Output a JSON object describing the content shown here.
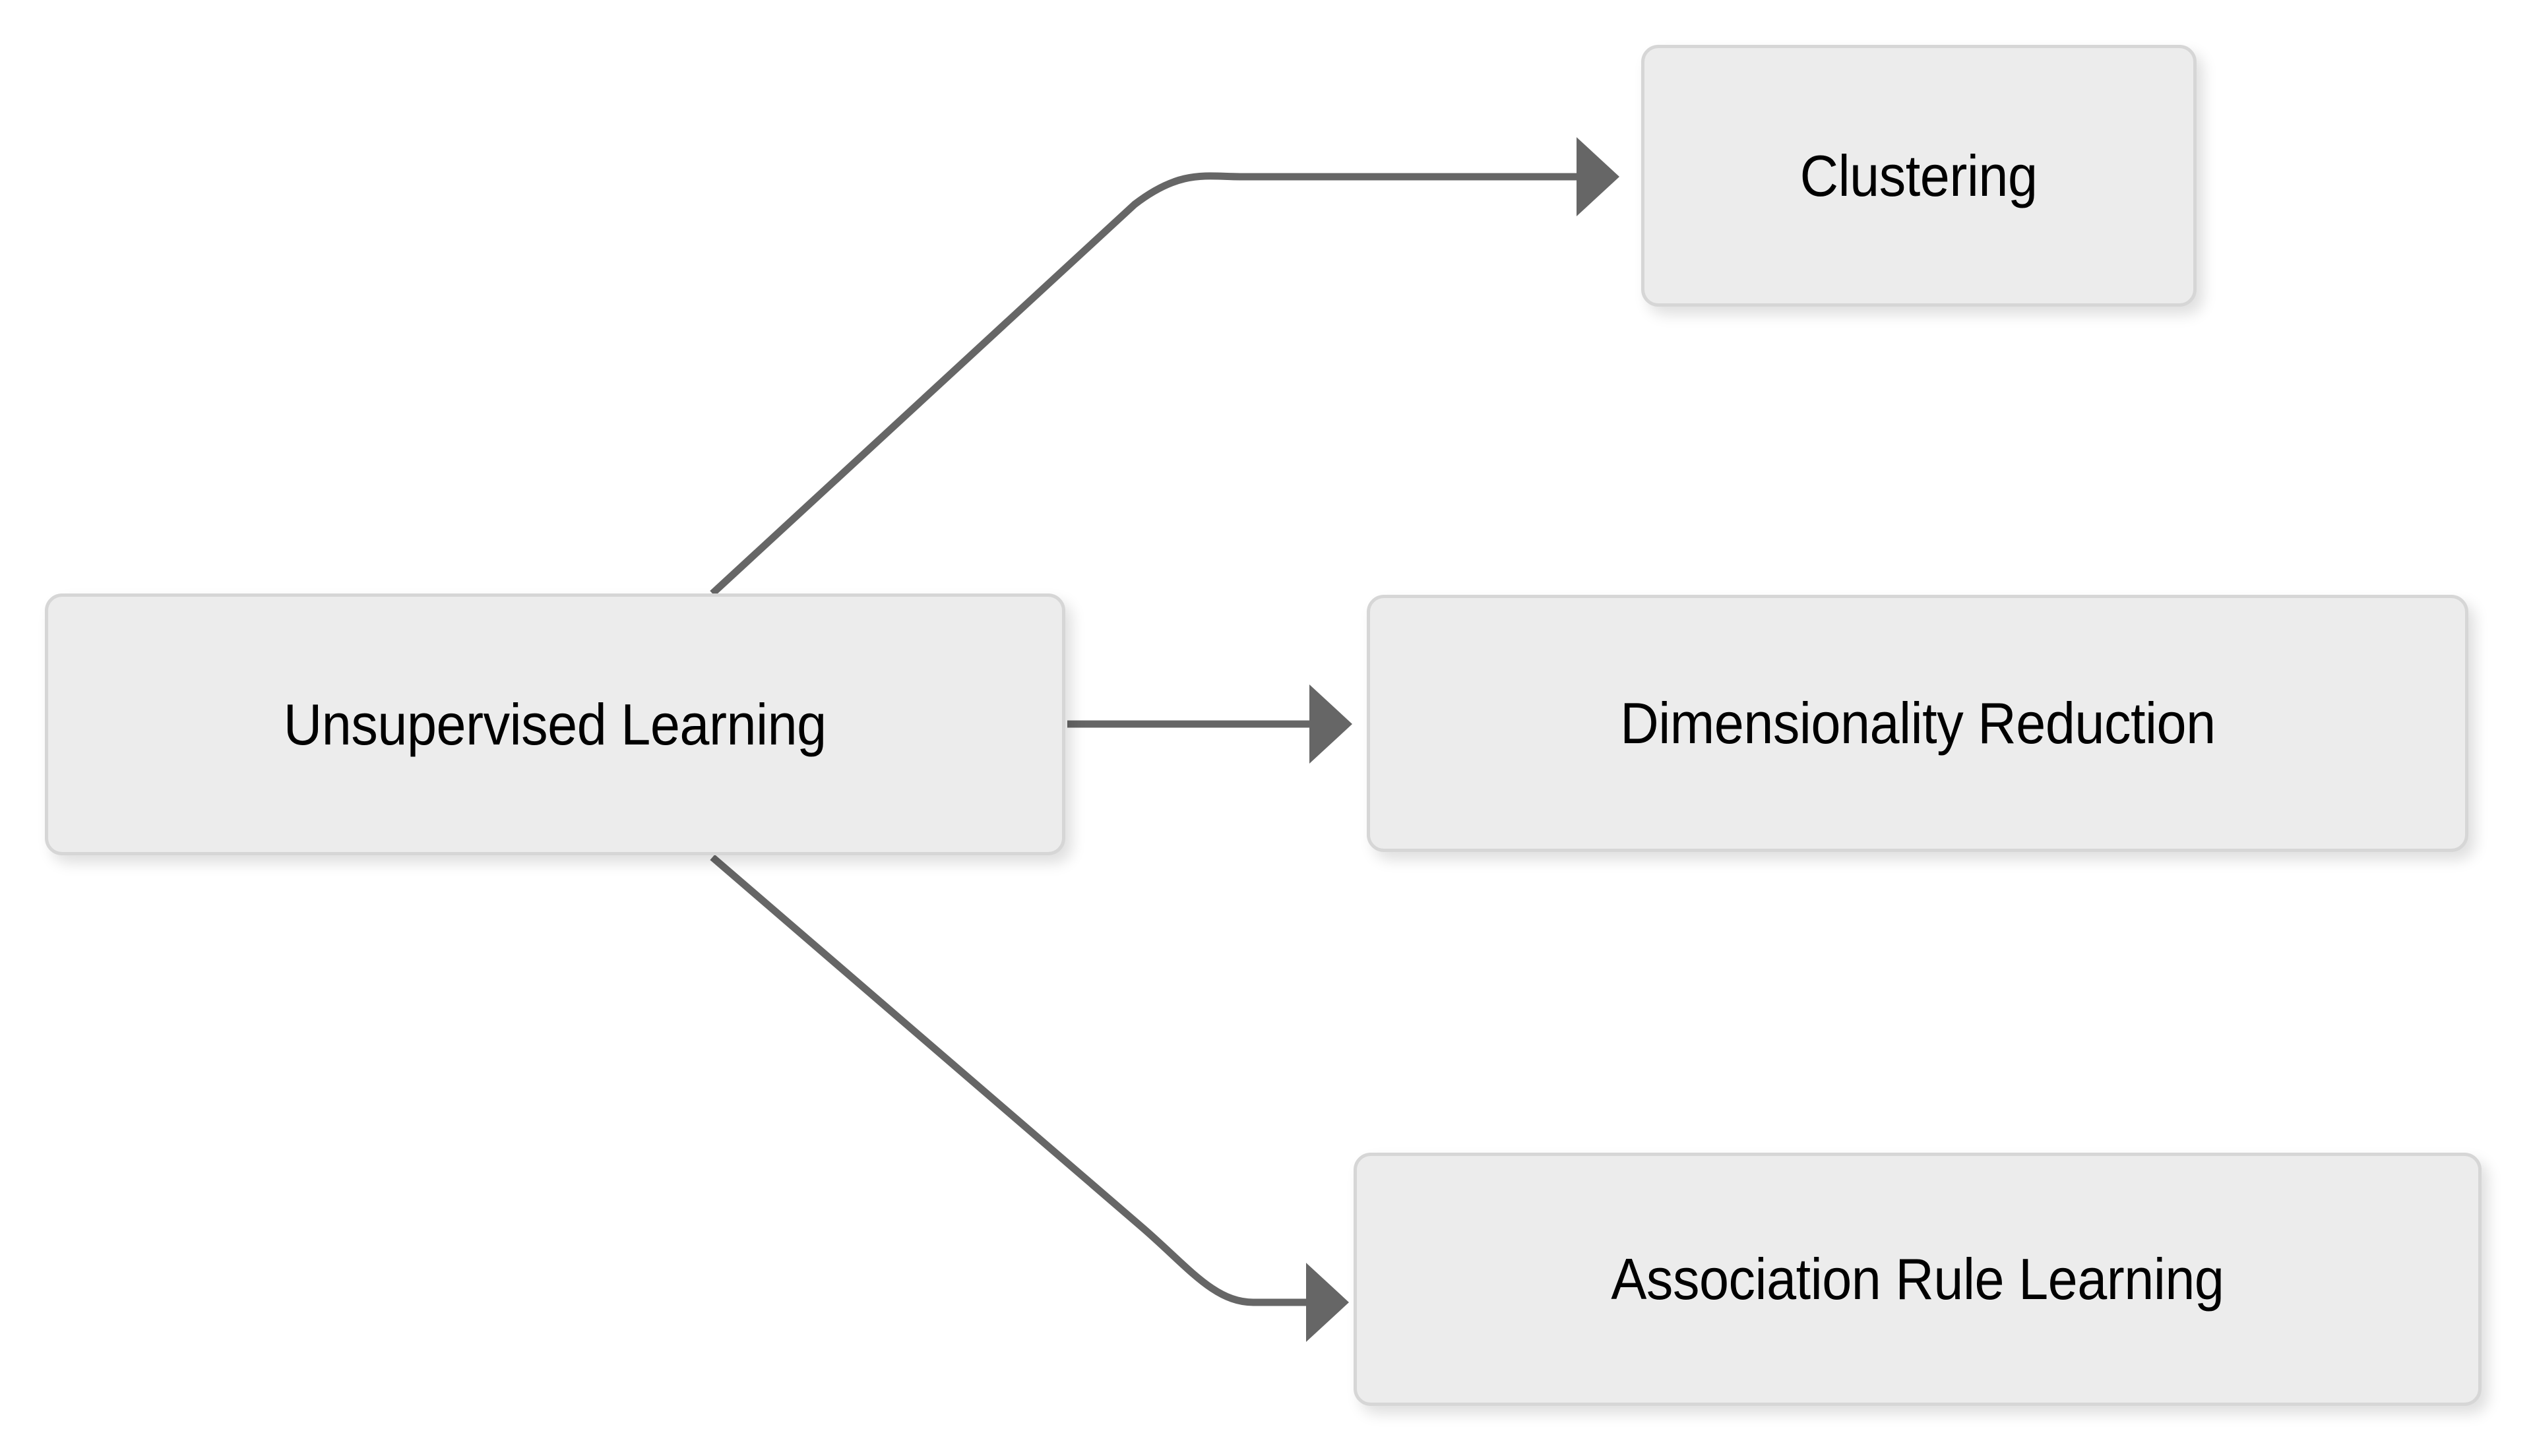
{
  "diagram": {
    "type": "flowchart",
    "direction": "left-to-right",
    "background_color": "#ffffff",
    "node_fill_color": "#ececec",
    "node_border_color": "#d6d6d6",
    "node_text_color": "#000000",
    "edge_color": "#666666",
    "arrowhead_style": "solid-triangle",
    "nodes": [
      {
        "id": "root",
        "label": "Unsupervised Learning",
        "role": "root"
      },
      {
        "id": "clustering",
        "label": "Clustering",
        "role": "child"
      },
      {
        "id": "dimred",
        "label": "Dimensionality Reduction",
        "role": "child"
      },
      {
        "id": "assoc",
        "label": "Association Rule Learning",
        "role": "child"
      }
    ],
    "edges": [
      {
        "from": "root",
        "to": "clustering",
        "label": ""
      },
      {
        "from": "root",
        "to": "dimred",
        "label": ""
      },
      {
        "from": "root",
        "to": "assoc",
        "label": ""
      }
    ]
  }
}
